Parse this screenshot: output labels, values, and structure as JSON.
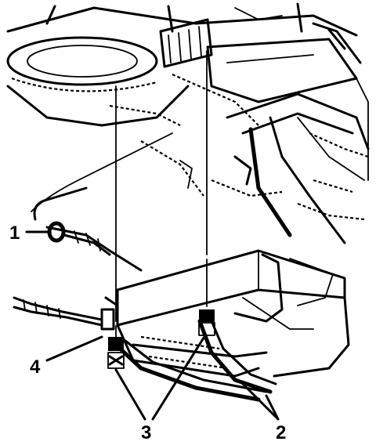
{
  "callouts": [
    {
      "id": "1",
      "label": "1"
    },
    {
      "id": "2",
      "label": "2"
    },
    {
      "id": "3",
      "label": "3"
    },
    {
      "id": "4",
      "label": "4"
    }
  ],
  "colors": {
    "ink": "#000000",
    "background": "#ffffff"
  }
}
